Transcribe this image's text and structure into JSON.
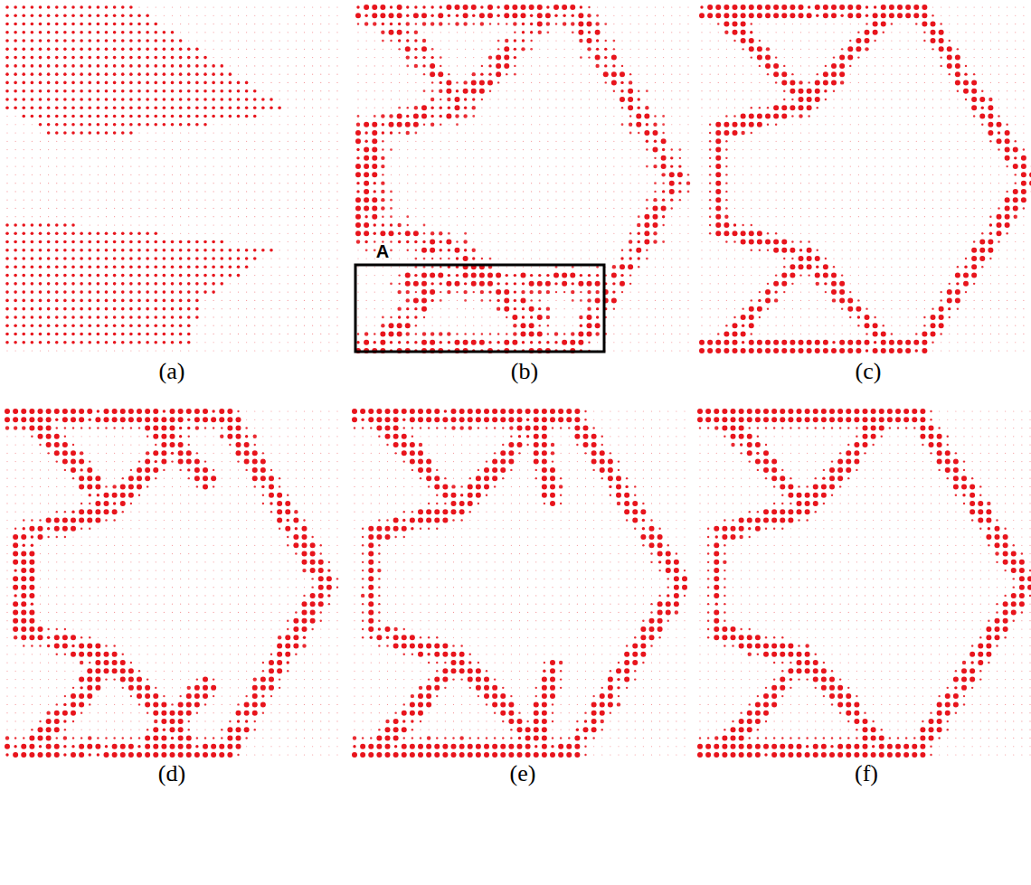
{
  "diagram": {
    "labels": [
      "A",
      "(a)",
      "(b)",
      "(c)",
      "(d)",
      "(e)",
      "(f)"
    ]
  }
}
